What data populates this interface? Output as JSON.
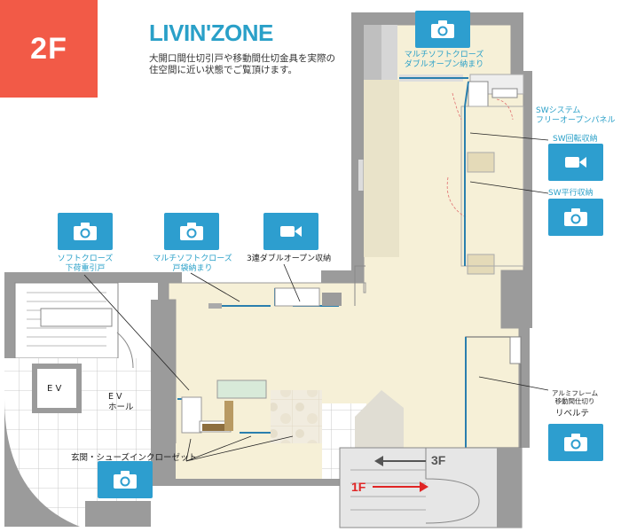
{
  "floor_badge": "2F",
  "brand": "LIVIN'ZONE",
  "description": "大開口間仕切引戸や移動間仕切金具を実際の住空間に近い状態でご覧頂けます。",
  "labels": {
    "multi_soft_double": "マルチソフトクローズ\nダブルオープン納まり",
    "sw_system": "SWシステム\nフリーオープンパネル",
    "sw_rotate": "SW回転収納",
    "sw_parallel": "SW平行収納",
    "soft_close_hanging": "ソフトクローズ\n下荷重引戸",
    "multi_soft_pocket": "マルチソフトクローズ\n戸袋納まり",
    "triple_double_open": "3連ダブルオープン収納",
    "ev": "E V",
    "ev_hall": "E V\nホール",
    "aluminum_frame": "アルミフレーム\n移動間仕切り",
    "liberte": "リベルテ",
    "entrance_closet": "玄関・シューズインクローゼット"
  },
  "stairs": {
    "up_label": "3F",
    "down_label": "1F"
  },
  "icons": {
    "photo": "camera-icon",
    "video": "video-camera-icon"
  },
  "colors": {
    "badge": "#f25a47",
    "accent": "#2aa0c8",
    "camera_bg": "#2d9ecf",
    "floor": "#f6f0d7",
    "wall": "#8f8f8f"
  }
}
